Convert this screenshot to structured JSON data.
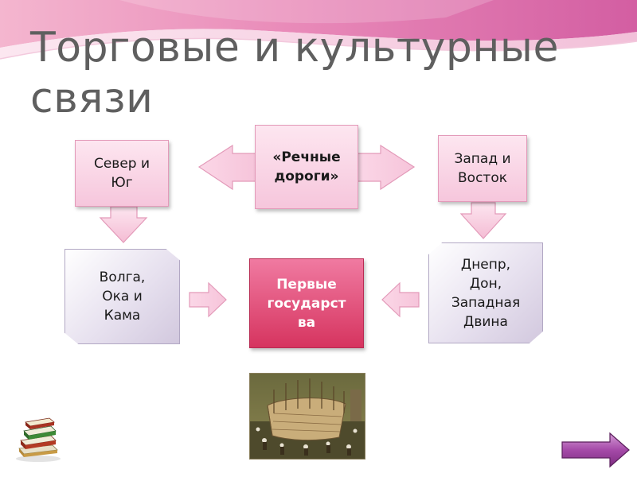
{
  "slide": {
    "title": "Торговые и культурные связи",
    "nodes": {
      "center_top": "«Речные\nдороги»",
      "north_south": "Север и\nЮг",
      "west_east": "Запад и\nВосток",
      "volga": "Волга,\nОка и\nКама",
      "dnepr": "Днепр,\nДон,\nЗападная\nДвина",
      "first_states": "Первые\nгосударст\nва"
    },
    "colors": {
      "title": "#5f5f5f",
      "pink_box": "#f6c6dc",
      "red_box": "#d6345f",
      "lavender_box": "#d2c8de",
      "banner": "#d86aa8"
    },
    "icons": {
      "books": "books-icon",
      "next": "next-arrow-icon",
      "painting": "boat-building-painting"
    }
  }
}
